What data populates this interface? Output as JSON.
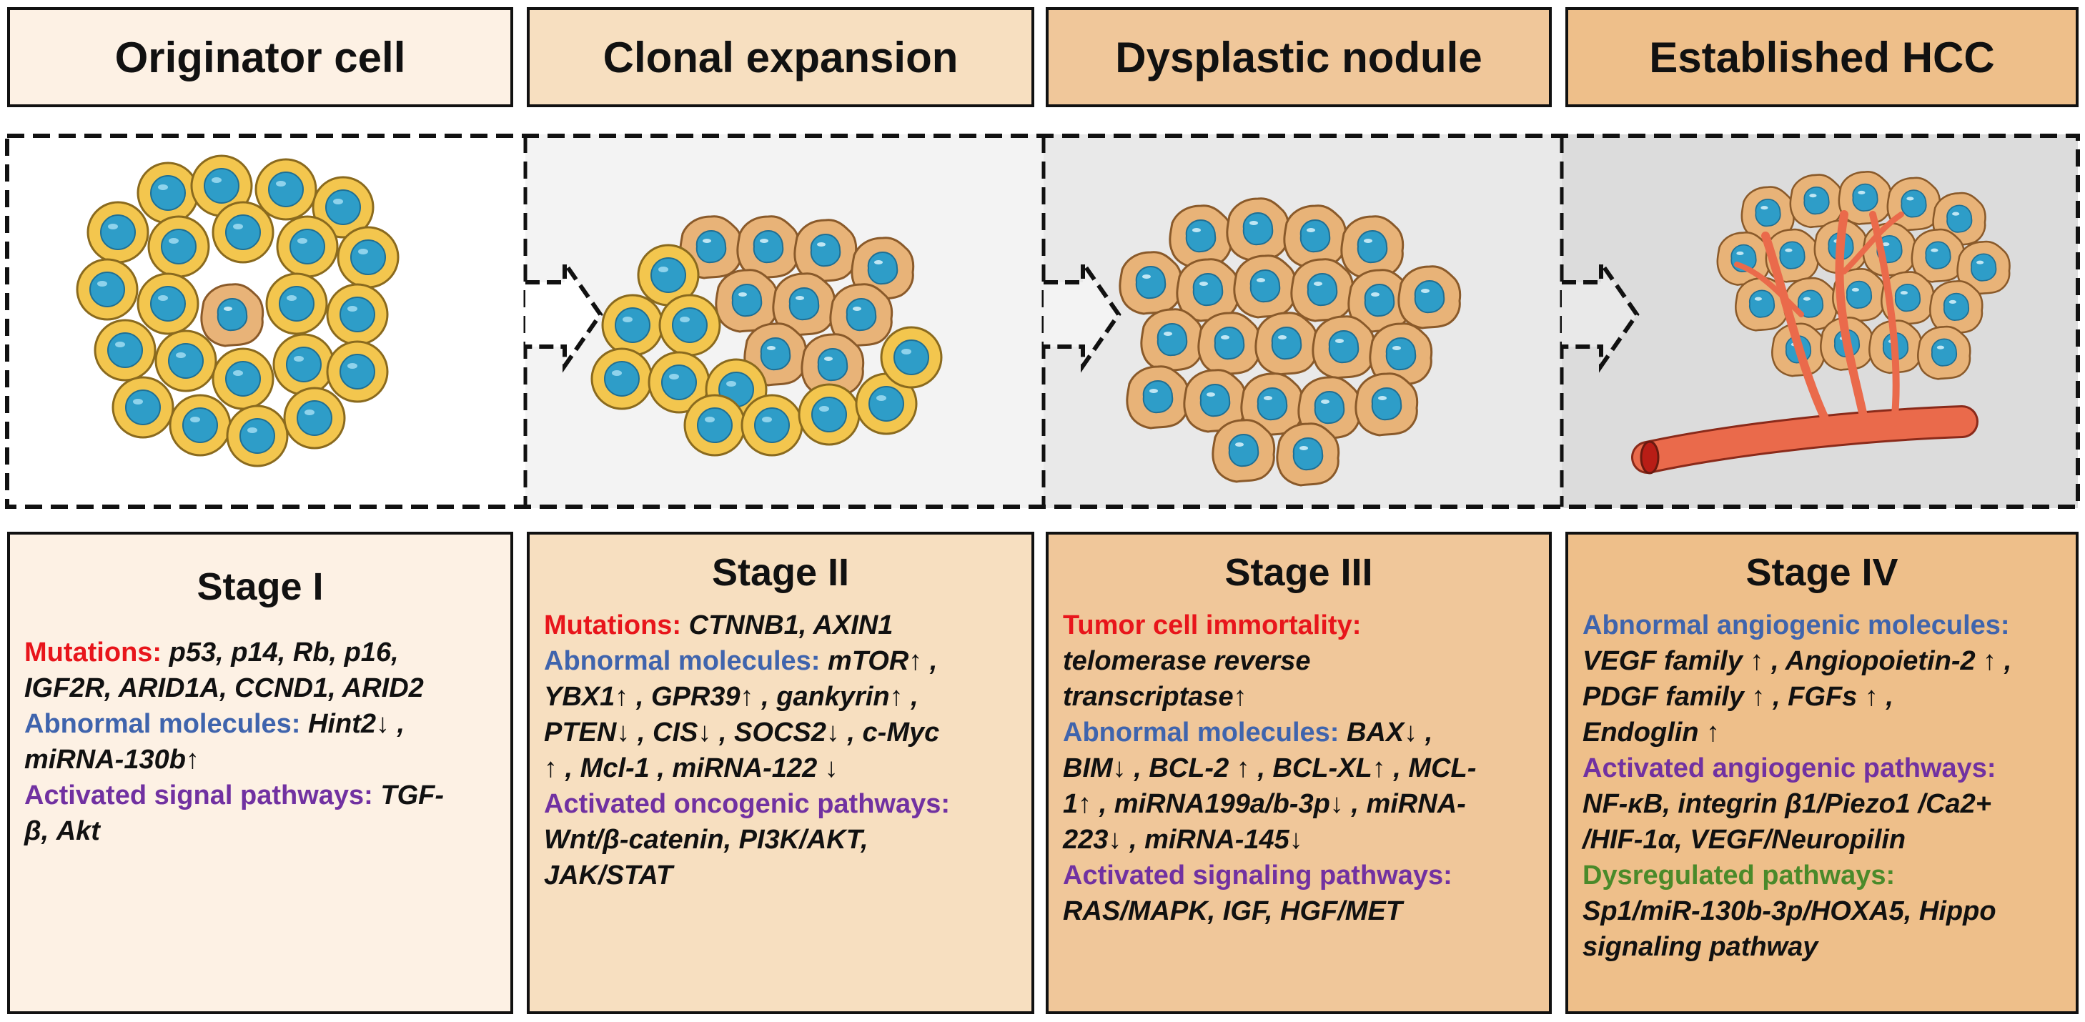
{
  "colors": {
    "stage1_bg": "#fdf1e4",
    "stage2_bg": "#f7dfc0",
    "stage3_bg": "#f0c79a",
    "stage4_bg": "#eebf8a",
    "red": "#e8151b",
    "blue": "#3f64ad",
    "purple": "#7131a1",
    "green": "#4a8a2a",
    "cell_yellow": "#f3c64e",
    "nucleus_blue": "#2e9dc8",
    "tumor_cell": "#e8b378",
    "vessel": "#ea6a4b"
  },
  "headers": [
    "Originator cell",
    "Clonal expansion",
    "Dysplastic nodule",
    "Established HCC"
  ],
  "stages": [
    {
      "title": "Stage I",
      "lines": [
        [
          {
            "t": "Mutations: ",
            "c": "red"
          },
          {
            "t": "p53, p14, Rb, p16,",
            "c": "it"
          }
        ],
        [
          {
            "t": "IGF2R, ARID1A, CCND1, ARID2",
            "c": "it"
          }
        ],
        [
          {
            "t": "Abnormal molecules: ",
            "c": "blue"
          },
          {
            "t": "Hint2↓ ,",
            "c": "it"
          }
        ],
        [
          {
            "t": "miRNA-130b↑",
            "c": "it"
          }
        ],
        [
          {
            "t": "Activated signal pathways: ",
            "c": "purple"
          },
          {
            "t": "TGF-",
            "c": "it"
          }
        ],
        [
          {
            "t": "β, Akt",
            "c": "it"
          }
        ]
      ]
    },
    {
      "title": "Stage II",
      "lines": [
        [
          {
            "t": "Mutations: ",
            "c": "red"
          },
          {
            "t": "CTNNB1, AXIN1",
            "c": "it"
          }
        ],
        [
          {
            "t": "Abnormal molecules: ",
            "c": "blue"
          },
          {
            "t": "mTOR↑ ,",
            "c": "it"
          }
        ],
        [
          {
            "t": "YBX1↑ , GPR39↑ , gankyrin↑ ,",
            "c": "it"
          }
        ],
        [
          {
            "t": "PTEN↓ , CIS↓ , SOCS2↓ , c-Myc",
            "c": "it"
          }
        ],
        [
          {
            "t": "↑ , Mcl-1 , miRNA-122 ↓",
            "c": "it"
          }
        ],
        [
          {
            "t": "Activated oncogenic pathways:",
            "c": "purple"
          }
        ],
        [
          {
            "t": "Wnt/β-catenin, PI3K/AKT,",
            "c": "it"
          }
        ],
        [
          {
            "t": "JAK/STAT",
            "c": "it"
          }
        ]
      ]
    },
    {
      "title": "Stage III",
      "lines": [
        [
          {
            "t": "Tumor cell immortality:",
            "c": "red"
          }
        ],
        [
          {
            "t": "telomerase reverse",
            "c": "it"
          }
        ],
        [
          {
            "t": "transcriptase↑",
            "c": "it"
          }
        ],
        [
          {
            "t": "Abnormal molecules: ",
            "c": "blue"
          },
          {
            "t": "BAX↓ ,",
            "c": "it"
          }
        ],
        [
          {
            "t": "BIM↓ , BCL-2 ↑ , BCL-XL↑ , MCL-",
            "c": "it"
          }
        ],
        [
          {
            "t": "1↑ , miRNA199a/b-3p↓ , miRNA-",
            "c": "it"
          }
        ],
        [
          {
            "t": "223↓ , miRNA-145↓",
            "c": "it"
          }
        ],
        [
          {
            "t": "Activated signaling pathways:",
            "c": "purple"
          }
        ],
        [
          {
            "t": "RAS/MAPK, IGF, HGF/MET",
            "c": "it"
          }
        ]
      ]
    },
    {
      "title": "Stage IV",
      "lines": [
        [
          {
            "t": "Abnormal angiogenic molecules:",
            "c": "blue"
          }
        ],
        [
          {
            "t": "VEGF family ↑ , Angiopoietin-2 ↑ ,",
            "c": "it"
          }
        ],
        [
          {
            "t": "PDGF family ↑ , FGFs ↑ ,",
            "c": "it"
          }
        ],
        [
          {
            "t": "Endoglin ↑",
            "c": "it"
          }
        ],
        [
          {
            "t": "Activated angiogenic  pathways:",
            "c": "purple"
          }
        ],
        [
          {
            "t": "NF-κB, integrin β1/Piezo1 /Ca2+",
            "c": "it"
          }
        ],
        [
          {
            "t": "/HIF-1α, VEGF/Neuropilin",
            "c": "it"
          }
        ],
        [
          {
            "t": "Dysregulated pathways:",
            "c": "green"
          }
        ],
        [
          {
            "t": "Sp1/miR-130b-3p/HOXA5, Hippo",
            "c": "it"
          }
        ],
        [
          {
            "t": "signaling pathway",
            "c": "it"
          }
        ]
      ]
    }
  ]
}
